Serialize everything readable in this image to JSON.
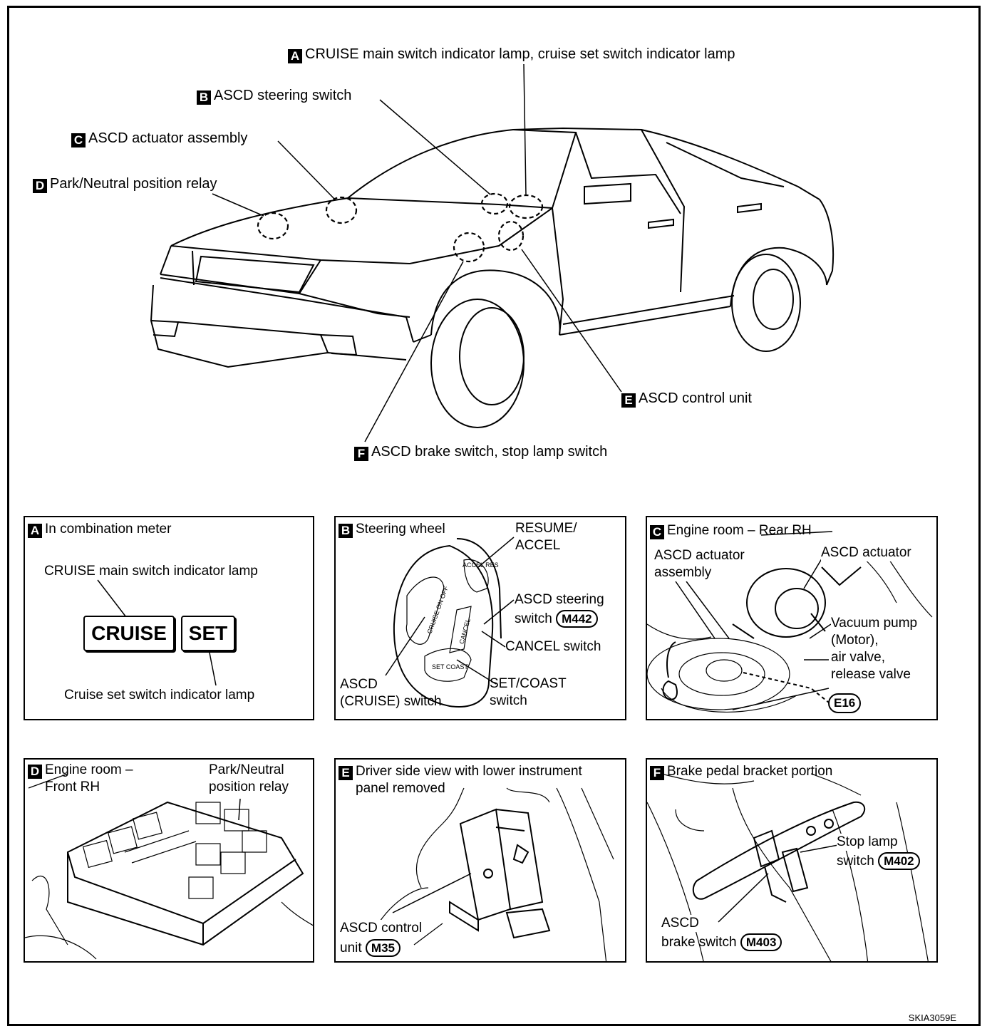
{
  "callouts": {
    "A": {
      "tag": "A",
      "text": "CRUISE main switch indicator lamp, cruise set switch indicator lamp"
    },
    "B": {
      "tag": "B",
      "text": "ASCD steering switch"
    },
    "C": {
      "tag": "C",
      "text": "ASCD actuator assembly"
    },
    "D": {
      "tag": "D",
      "text": "Park/Neutral position relay"
    },
    "E": {
      "tag": "E",
      "text": "ASCD control unit"
    },
    "F": {
      "tag": "F",
      "text": "ASCD brake switch, stop lamp switch"
    }
  },
  "panels": {
    "A": {
      "tag": "A",
      "title": "In combination meter",
      "top_label": "CRUISE main switch indicator lamp",
      "btn_cruise": "CRUISE",
      "btn_set": "SET",
      "bottom_label": "Cruise set switch indicator lamp"
    },
    "B": {
      "tag": "B",
      "title": "Steering wheel",
      "resume_label": "RESUME/\nACCEL",
      "steering_label": "ASCD steering",
      "steering_label2": "switch",
      "connector": "M442",
      "cancel_label": "CANCEL switch",
      "cruise_label": "ASCD\n(CRUISE) switch",
      "setcoast_label": "SET/COAST\nswitch",
      "btn_accel": "ACCEL RES",
      "btn_cruise": "CRUISE ON OFF",
      "btn_cancel": "CANCEL",
      "btn_set": "SET COAST"
    },
    "C": {
      "tag": "C",
      "title": "Engine room – Rear RH",
      "assembly_label": "ASCD actuator\nassembly",
      "actuator_label": "ASCD actuator",
      "vacuum_label": "Vacuum pump\n(Motor),\nair valve,\nrelease valve",
      "connector": "E16"
    },
    "D": {
      "tag": "D",
      "title": "Engine room –\nFront RH",
      "relay_label": "Park/Neutral\nposition relay"
    },
    "E": {
      "tag": "E",
      "title": "Driver side view with lower instrument\npanel removed",
      "unit_label": "ASCD control",
      "unit_label2": "unit",
      "connector": "M35"
    },
    "F": {
      "tag": "F",
      "title": "Brake pedal bracket portion",
      "stop_label": "Stop lamp",
      "stop_label2": "switch",
      "stop_connector": "M402",
      "brake_label": "ASCD",
      "brake_label2": "brake switch",
      "brake_connector": "M403"
    }
  },
  "figure_code": "SKIA3059E"
}
